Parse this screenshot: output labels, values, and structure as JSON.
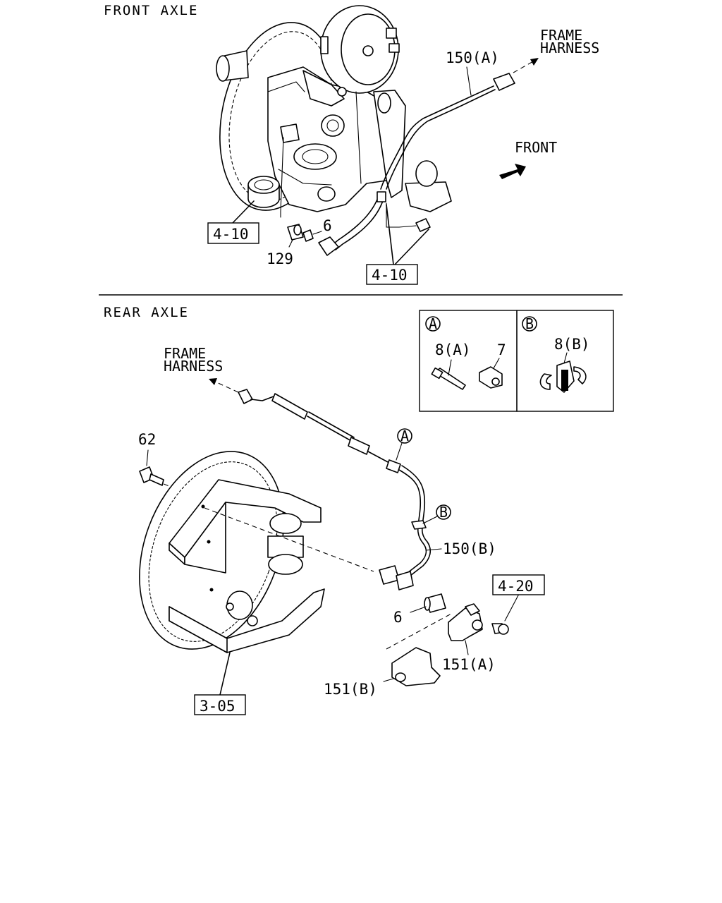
{
  "sections": {
    "front_title": "FRONT AXLE",
    "rear_title": "REAR AXLE"
  },
  "front": {
    "frame_harness": [
      "FRAME",
      "HARNESS"
    ],
    "front_marker": "FRONT",
    "part_150a": "150(A)",
    "part_6": "6",
    "part_129": "129",
    "ref_left": "4-10",
    "ref_right": "4-10"
  },
  "rear": {
    "frame_harness": [
      "FRAME",
      "HARNESS"
    ],
    "part_62": "62",
    "callout_a": "A",
    "callout_b": "B",
    "part_150b": "150(B)",
    "part_6": "6",
    "ref_420": "4-20",
    "part_151a": "151(A)",
    "part_151b": "151(B)",
    "ref_305": "3-05"
  },
  "inset": {
    "a_label": "A",
    "b_label": "B",
    "part_8a": "8(A)",
    "part_7": "7",
    "part_8b": "8(B)"
  }
}
